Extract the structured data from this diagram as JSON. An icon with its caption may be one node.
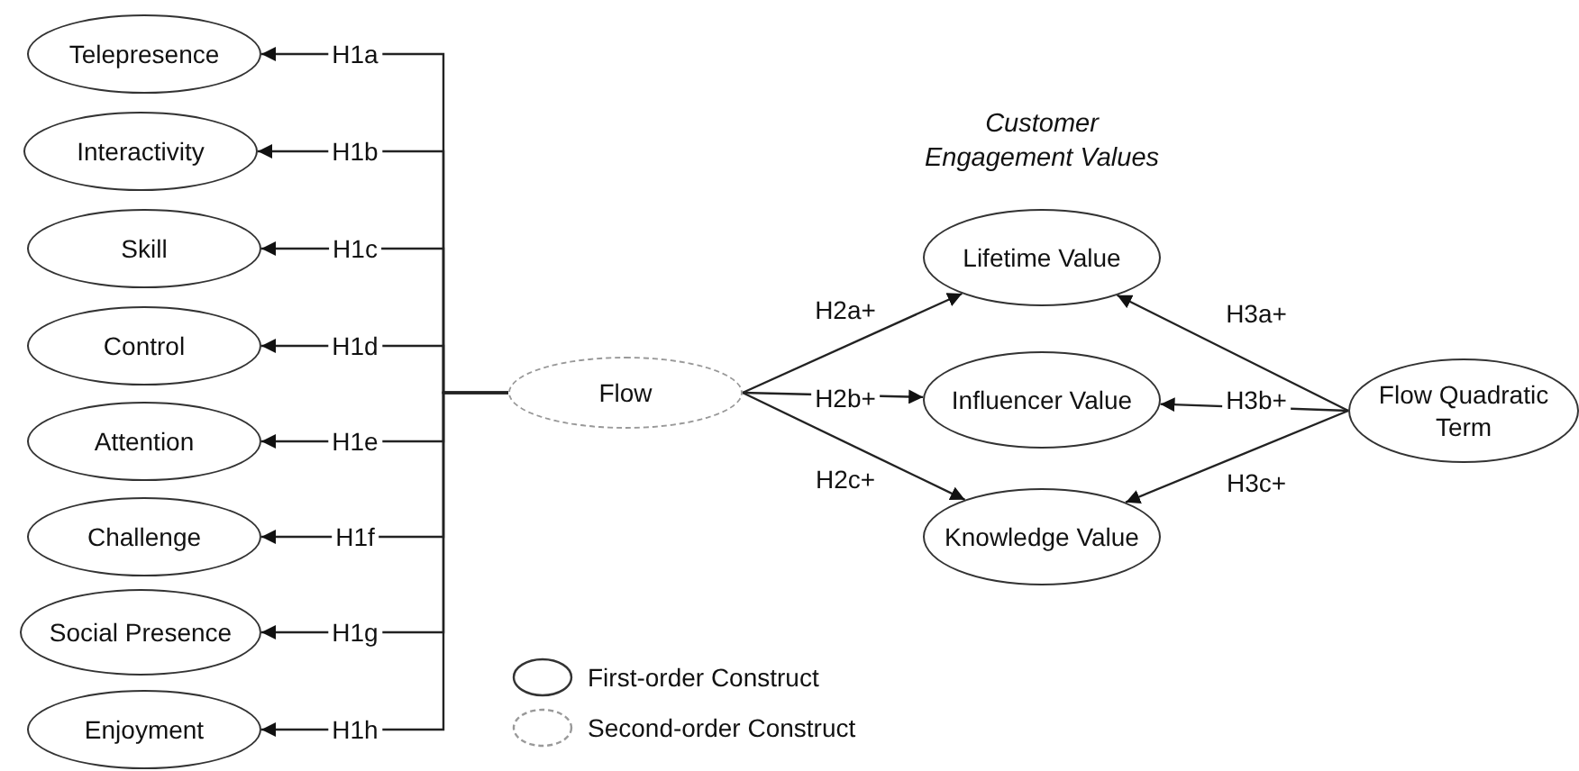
{
  "diagram": {
    "nodes": [
      {
        "text": [
          "Telepresence"
        ]
      },
      {
        "text": [
          "Interactivity"
        ]
      },
      {
        "text": [
          "Skill"
        ]
      },
      {
        "text": [
          "Control"
        ]
      },
      {
        "text": [
          "Attention"
        ]
      },
      {
        "text": [
          "Challenge"
        ]
      },
      {
        "text": [
          "Social Presence"
        ]
      },
      {
        "text": [
          "Enjoyment"
        ]
      },
      {
        "text": [
          "Flow"
        ]
      },
      {
        "text": [
          "Lifetime Value"
        ]
      },
      {
        "text": [
          "Influencer Value"
        ]
      },
      {
        "text": [
          "Knowledge Value"
        ]
      },
      {
        "text": [
          "Flow Quadratic Term"
        ]
      }
    ],
    "edges": [
      {
        "from": 8,
        "to": 0,
        "arrow": "to",
        "label": "H1a"
      },
      {
        "from": 8,
        "to": 1,
        "arrow": "to",
        "label": "H1b"
      },
      {
        "from": 8,
        "to": 2,
        "arrow": "to",
        "label": "H1c"
      },
      {
        "from": 8,
        "to": 3,
        "arrow": "to",
        "label": "H1d"
      },
      {
        "from": 8,
        "to": 4,
        "arrow": "to",
        "label": "H1e"
      },
      {
        "from": 8,
        "to": 5,
        "arrow": "to",
        "label": "H1f"
      },
      {
        "from": 8,
        "to": 6,
        "arrow": "to",
        "label": "H1g"
      },
      {
        "from": 8,
        "to": 7,
        "arrow": "to",
        "label": "H1h"
      },
      {
        "from": 8,
        "to": 9,
        "arrow": "to",
        "label": "H2a+"
      },
      {
        "from": 8,
        "to": 10,
        "arrow": "to",
        "label": "H2b+"
      },
      {
        "from": 8,
        "to": 11,
        "arrow": "to",
        "label": "H2c+"
      },
      {
        "from": 12,
        "to": 9,
        "arrow": "to",
        "label": "H3a+"
      },
      {
        "from": 12,
        "to": 10,
        "arrow": "to",
        "label": "H3b+"
      },
      {
        "from": 12,
        "to": 11,
        "arrow": "to",
        "label": "H3c+"
      }
    ],
    "labels": [
      "Customer Engagement Values"
    ],
    "legend": [
      {
        "text": "First-order Construct"
      },
      {
        "text": "Second-order Construct"
      }
    ]
  }
}
